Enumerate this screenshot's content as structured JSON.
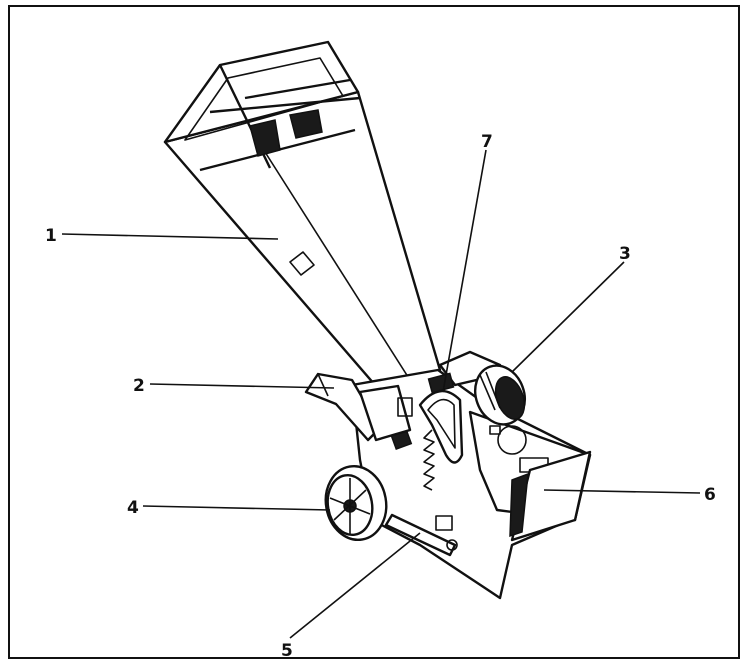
{
  "labels": {
    "hopper": "1",
    "side_chute": "2",
    "motor": "3",
    "wheel": "4",
    "base": "5",
    "discharge": "6",
    "handle": "7"
  },
  "colors": {
    "ink": "#111111",
    "paper": "#ffffff"
  }
}
